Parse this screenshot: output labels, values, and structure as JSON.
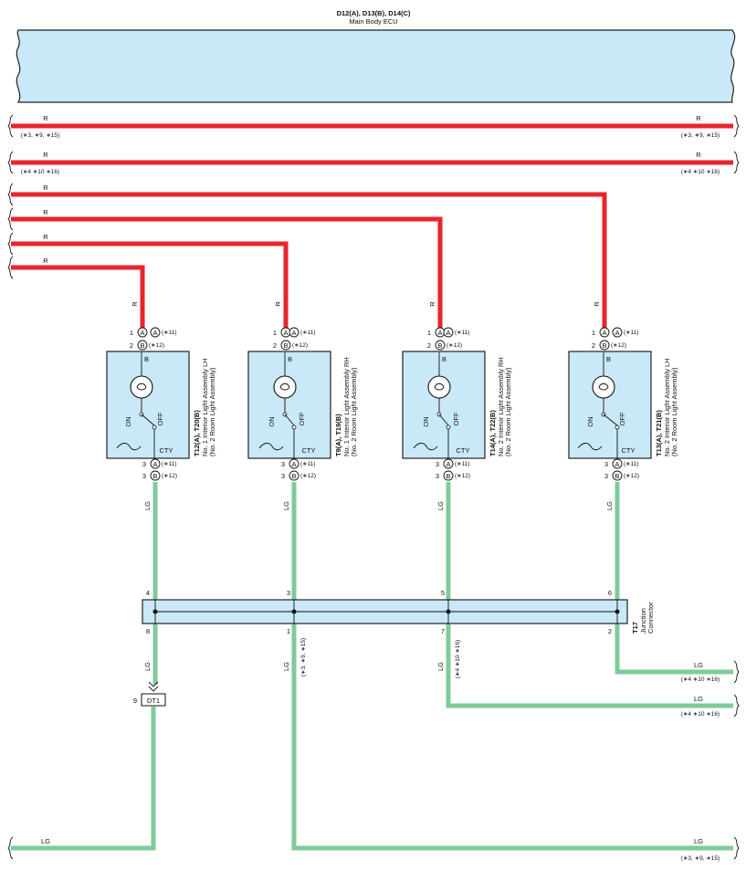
{
  "ecu": {
    "codes": "D12(A), D13(B), D14(C)",
    "name": "Main Body ECU"
  },
  "wire_labels": {
    "red": "R",
    "green": "LG"
  },
  "bus_notes": {
    "n1": "(∗3, ∗9, ∗15)",
    "n2": "(∗4 ∗10 ∗16)"
  },
  "pins": {
    "top_a": "1",
    "top_b": "2",
    "bottom": "3",
    "letter_a": "A",
    "letter_b": "B",
    "note_a": "(∗11)",
    "note_b": "(∗12)"
  },
  "switch_labels": {
    "b": "B",
    "cty": "CTY",
    "on": "ON",
    "off": "OFF"
  },
  "lights": [
    {
      "code": "T12(A), T20(B)",
      "name1": "No. 1 Interior Light Assembly LH",
      "name2": "(No. 2 Room Light Assembly)"
    },
    {
      "code": "T9(A), T19(B)",
      "name1": "No. 1 Interior Light Assembly RH",
      "name2": "(No. 2 Room Light Assembly)"
    },
    {
      "code": "T14(A), T22(B)",
      "name1": "No. 2 Interior Light Assembly RH",
      "name2": "(No. 2 Room Light Assembly)"
    },
    {
      "code": "T13(A), T21(B)",
      "name1": "No. 2 Interior Light Assembly LH",
      "name2": "(No. 2 Room Light Assembly)"
    }
  ],
  "junction": {
    "code": "T17",
    "name1": "Junction",
    "name2": "Connector",
    "top_pins": [
      "4",
      "3",
      "5",
      "6"
    ],
    "bottom_pins": [
      "8",
      "1",
      "7",
      "2"
    ],
    "note_pin1": "(∗3, ∗9, ∗15)",
    "note_pin7": "(∗4 ∗10 ∗16)"
  },
  "connector_dt1": {
    "pin": "9",
    "label": "DT1"
  },
  "colors": {
    "red_wire": "#e8242d",
    "green_wire": "#7ecb9a",
    "component_fill": "#c9e8f8"
  }
}
